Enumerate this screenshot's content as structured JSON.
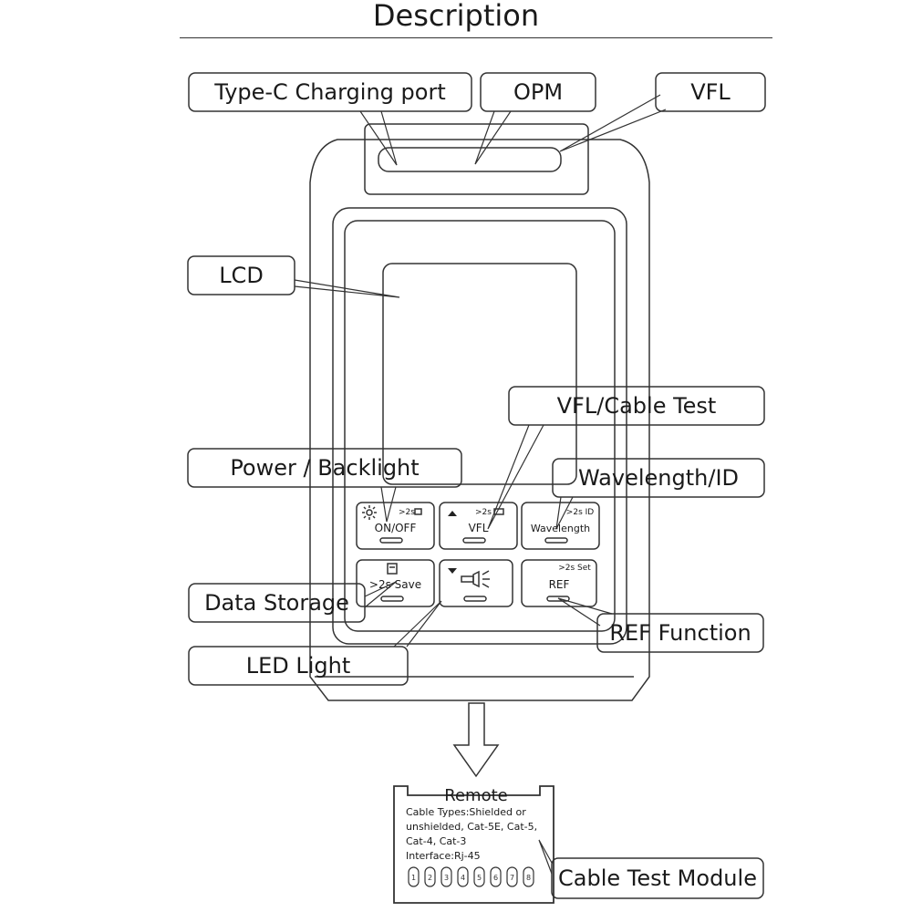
{
  "page": {
    "title": "Description"
  },
  "callouts": {
    "type_c": "Type-C Charging port",
    "opm": "OPM",
    "vfl": "VFL",
    "lcd": "LCD",
    "vfl_cable_test": "VFL/Cable Test",
    "power_backlight": "Power / Backlight",
    "wavelength_id": "Wavelength/ID",
    "data_storage": "Data Storage",
    "led_light": "LED Light",
    "ref_function": "REF Function",
    "cable_test_module": "Cable Test Module"
  },
  "keys": {
    "onoff": {
      "label": "ON/OFF",
      "hint": ">2s",
      "icon": "sun-icon"
    },
    "vfl": {
      "label": "VFL",
      "hint": ">2s",
      "icon": "up-arrow-icon"
    },
    "wavelength": {
      "label": "Wavelength",
      "hint": ">2s ID"
    },
    "save": {
      "label": ">2s Save",
      "icon": "save-icon"
    },
    "led": {
      "icon": "flashlight-icon",
      "arrow_icon": "down-arrow-icon"
    },
    "ref": {
      "label": "REF",
      "hint": ">2s Set"
    }
  },
  "remote": {
    "title": "Remote",
    "lines": [
      "Cable Types:Shielded or",
      "unshielded, Cat-5E, Cat-5,",
      "Cat-4, Cat-3",
      "Interface:Rj-45"
    ],
    "pins": [
      "1",
      "2",
      "3",
      "4",
      "5",
      "6",
      "7",
      "8"
    ]
  }
}
